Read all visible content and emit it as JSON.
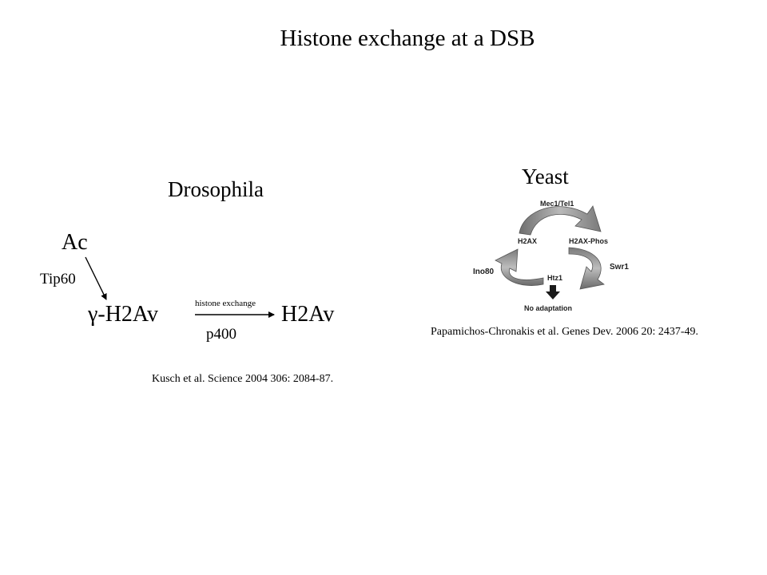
{
  "title": "Histone exchange at a DSB",
  "drosophila": {
    "heading": "Drosophila",
    "ac": "Ac",
    "tip60": "Tip60",
    "gamma_h2av": "γ-H2Av",
    "histone_exchange": "histone exchange",
    "h2av": "H2Av",
    "p400": "p400",
    "citation": "Kusch et al. Science 2004 306: 2084-87."
  },
  "yeast": {
    "heading": "Yeast",
    "cycle": {
      "top": "Mec1/Tel1",
      "left_node": "H2AX",
      "right_node": "H2AX-Phos",
      "left": "Ino80",
      "right": "Swr1",
      "center": "Htz1",
      "bottom": "No adaptation"
    },
    "citation": "Papamichos-Chronakis et al. Genes Dev. 2006 20: 2437-49."
  }
}
